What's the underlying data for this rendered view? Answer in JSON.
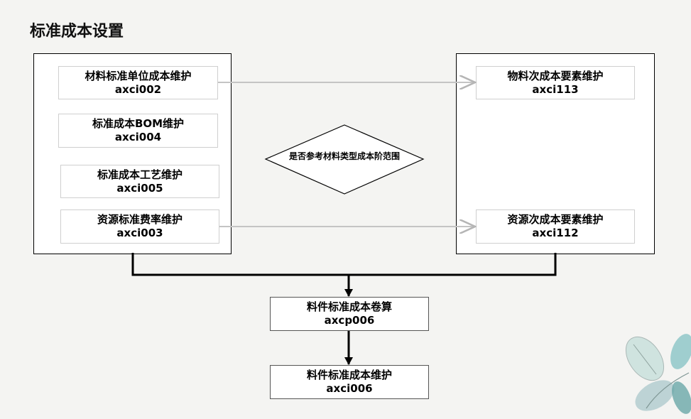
{
  "title": "标准成本设置",
  "left_group": [
    {
      "name": "材料标准单位成本维护",
      "code": "axci002"
    },
    {
      "name": "标准成本BOM维护",
      "code": "axci004"
    },
    {
      "name": "标准成本工艺维护",
      "code": "axci005"
    },
    {
      "name": "资源标准费率维护",
      "code": "axci003"
    }
  ],
  "right_group": [
    {
      "name": "物料次成本要素维护",
      "code": "axci113"
    },
    {
      "name": "资源次成本要素维护",
      "code": "axci112"
    }
  ],
  "decision": {
    "text": "是否参考材料类型成本阶范围"
  },
  "rollup": {
    "name": "料件标准成本卷算",
    "code": "axcp006"
  },
  "final": {
    "name": "料件标准成本维护",
    "code": "axci006"
  }
}
